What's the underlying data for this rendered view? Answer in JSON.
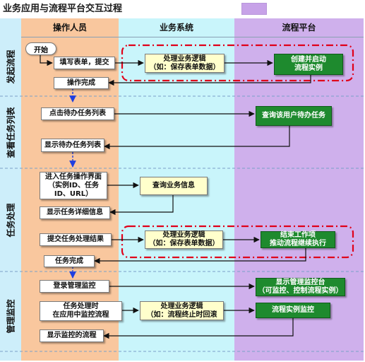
{
  "title": "业务应用与流程平台交互过程",
  "columns": {
    "operator": "操作人员",
    "business": "业务系统",
    "platform": "流程平台"
  },
  "lanes": {
    "initiate": "发起流程",
    "view": "查看任务列表",
    "process": "任务处理",
    "monitor": "管理监控"
  },
  "nodes": {
    "start": "开始",
    "fill_form": "填写表单，提交",
    "biz_logic_1": "处理业务逻辑\n（如：保存表单数据）",
    "create_start": "创建并启动\n流程实例",
    "op_done": "操作完成",
    "click_list": "点击待办任务列表",
    "query_tasks": "查询该用户待办任务",
    "show_list": "显示待办任务列表",
    "enter_task": "进入任务操作界面\n（实例ID、任务\nID、URL）",
    "query_biz": "查询业务信息",
    "show_detail": "显示任务详细信息",
    "submit_result": "提交任务处理结果",
    "biz_logic_2": "处理业务逻辑\n（如：保存表单数据）",
    "end_task": "结束工作项\n推动流程继续执行",
    "task_done": "任务完成",
    "login_monitor": "登录管理监控",
    "show_console": "显示管理监控台\n（可监控、控制流程实例）",
    "monitor_in_app": "任务处理时\n在应用中监控流程",
    "biz_logic_3": "处理业务逻辑\n（如：流程终止时回滚",
    "instance_monitor": "流程实例监控",
    "show_monitored": "显示监控的流程"
  },
  "colors": {
    "operator": "#f9c79e",
    "business": "#c9f5fb",
    "platform": "#cfb0ec",
    "process": "#1e8a2e",
    "highlight": "#e0001a",
    "legend": "#c7a2e8"
  }
}
